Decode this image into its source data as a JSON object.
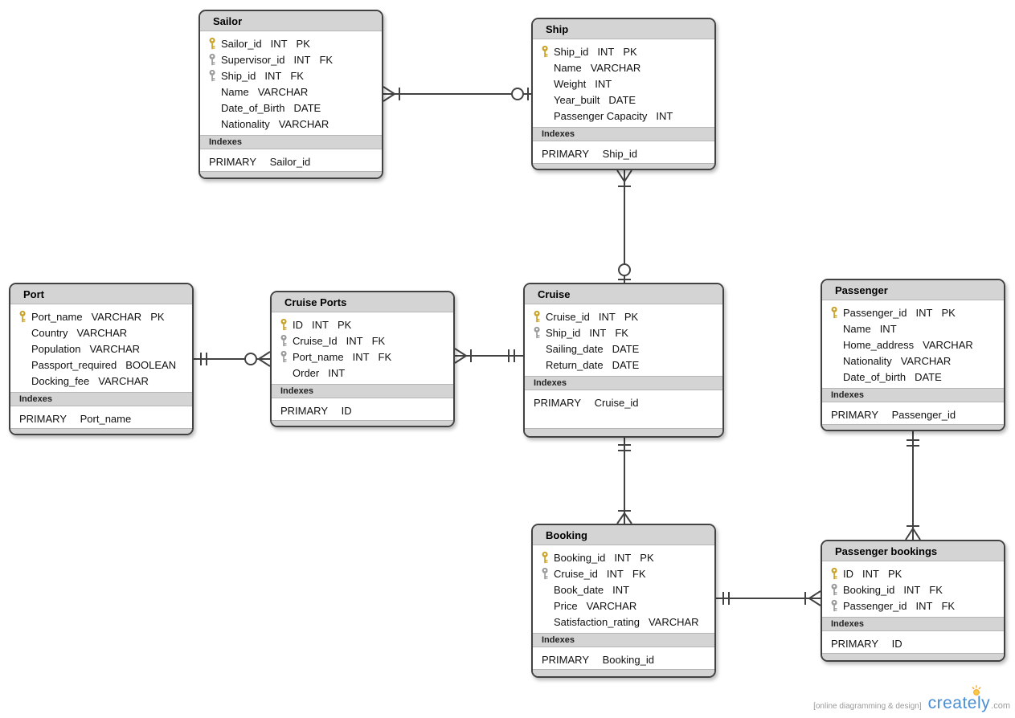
{
  "footer": {
    "tagline": "[online diagramming & design]",
    "brand": "creately",
    "domain": ".com"
  },
  "colors": {
    "table_border": "#424242",
    "table_header_bg": "#d4d4d4",
    "pk_key": "#c9a227",
    "fk_key": "#9a9a9a",
    "brand_blue": "#4a8fd6",
    "brand_bulb_orange": "#f5a623"
  },
  "tables": [
    {
      "title": "Sailor",
      "indexes_label": "Indexes",
      "index": {
        "kind": "PRIMARY",
        "column": "Sailor_id"
      },
      "columns": [
        {
          "key": "pk",
          "name": "Sailor_id",
          "type": "INT",
          "flag": "PK"
        },
        {
          "key": "fk",
          "name": "Supervisor_id",
          "type": "INT",
          "flag": "FK"
        },
        {
          "key": "fk",
          "name": "Ship_id",
          "type": "INT",
          "flag": "FK"
        },
        {
          "key": "",
          "name": "Name",
          "type": "VARCHAR",
          "flag": ""
        },
        {
          "key": "",
          "name": "Date_of_Birth",
          "type": "DATE",
          "flag": ""
        },
        {
          "key": "",
          "name": "Nationality",
          "type": "VARCHAR",
          "flag": ""
        }
      ]
    },
    {
      "title": "Ship",
      "indexes_label": "Indexes",
      "index": {
        "kind": "PRIMARY",
        "column": "Ship_id"
      },
      "columns": [
        {
          "key": "pk",
          "name": "Ship_id",
          "type": "INT",
          "flag": "PK"
        },
        {
          "key": "",
          "name": "Name",
          "type": "VARCHAR",
          "flag": ""
        },
        {
          "key": "",
          "name": "Weight",
          "type": "INT",
          "flag": ""
        },
        {
          "key": "",
          "name": "Year_built",
          "type": "DATE",
          "flag": ""
        },
        {
          "key": "",
          "name": "Passenger Capacity",
          "type": "INT",
          "flag": ""
        }
      ]
    },
    {
      "title": "Port",
      "indexes_label": "Indexes",
      "index": {
        "kind": "PRIMARY",
        "column": "Port_name"
      },
      "columns": [
        {
          "key": "pk",
          "name": "Port_name",
          "type": "VARCHAR",
          "flag": "PK"
        },
        {
          "key": "",
          "name": "Country",
          "type": "VARCHAR",
          "flag": ""
        },
        {
          "key": "",
          "name": "Population",
          "type": "VARCHAR",
          "flag": ""
        },
        {
          "key": "",
          "name": "Passport_required",
          "type": "BOOLEAN",
          "flag": ""
        },
        {
          "key": "",
          "name": "Docking_fee",
          "type": "VARCHAR",
          "flag": ""
        }
      ]
    },
    {
      "title": "Cruise Ports",
      "indexes_label": "Indexes",
      "index": {
        "kind": "PRIMARY",
        "column": "ID"
      },
      "columns": [
        {
          "key": "pk",
          "name": "ID",
          "type": "INT",
          "flag": "PK"
        },
        {
          "key": "fk",
          "name": "Cruise_Id",
          "type": "INT",
          "flag": "FK"
        },
        {
          "key": "fk",
          "name": "Port_name",
          "type": "INT",
          "flag": "FK"
        },
        {
          "key": "",
          "name": "Order",
          "type": "INT",
          "flag": ""
        }
      ]
    },
    {
      "title": "Cruise",
      "indexes_label": "Indexes",
      "index": {
        "kind": "PRIMARY",
        "column": "Cruise_id"
      },
      "columns": [
        {
          "key": "pk",
          "name": "Cruise_id",
          "type": "INT",
          "flag": "PK"
        },
        {
          "key": "fk",
          "name": "Ship_id",
          "type": "INT",
          "flag": "FK"
        },
        {
          "key": "",
          "name": "Sailing_date",
          "type": "DATE",
          "flag": ""
        },
        {
          "key": "",
          "name": "Return_date",
          "type": "DATE",
          "flag": ""
        }
      ]
    },
    {
      "title": "Passenger",
      "indexes_label": "Indexes",
      "index": {
        "kind": "PRIMARY",
        "column": "Passenger_id"
      },
      "columns": [
        {
          "key": "pk",
          "name": "Passenger_id",
          "type": "INT",
          "flag": "PK"
        },
        {
          "key": "",
          "name": "Name",
          "type": "INT",
          "flag": ""
        },
        {
          "key": "",
          "name": "Home_address",
          "type": "VARCHAR",
          "flag": ""
        },
        {
          "key": "",
          "name": "Nationality",
          "type": "VARCHAR",
          "flag": ""
        },
        {
          "key": "",
          "name": "Date_of_birth",
          "type": "DATE",
          "flag": ""
        }
      ]
    },
    {
      "title": "Booking",
      "indexes_label": "Indexes",
      "index": {
        "kind": "PRIMARY",
        "column": "Booking_id"
      },
      "columns": [
        {
          "key": "pk",
          "name": "Booking_id",
          "type": "INT",
          "flag": "PK"
        },
        {
          "key": "fk",
          "name": "Cruise_id",
          "type": "INT",
          "flag": "FK"
        },
        {
          "key": "",
          "name": "Book_date",
          "type": "INT",
          "flag": ""
        },
        {
          "key": "",
          "name": "Price",
          "type": "VARCHAR",
          "flag": ""
        },
        {
          "key": "",
          "name": "Satisfaction_rating",
          "type": "VARCHAR",
          "flag": ""
        }
      ]
    },
    {
      "title": "Passenger bookings",
      "indexes_label": "Indexes",
      "index": {
        "kind": "PRIMARY",
        "column": "ID"
      },
      "columns": [
        {
          "key": "pk",
          "name": "ID",
          "type": "INT",
          "flag": "PK"
        },
        {
          "key": "fk",
          "name": "Booking_id",
          "type": "INT",
          "flag": "FK"
        },
        {
          "key": "fk",
          "name": "Passenger_id",
          "type": "INT",
          "flag": "FK"
        }
      ]
    }
  ],
  "relationships": [
    {
      "from": "Sailor",
      "from_end": "one-or-many",
      "to": "Ship",
      "to_end": "zero-or-one"
    },
    {
      "from": "Ship",
      "from_end": "one-or-many",
      "to": "Cruise",
      "to_end": "zero-or-one"
    },
    {
      "from": "Port",
      "from_end": "exactly-one",
      "to": "Cruise Ports",
      "to_end": "zero-or-many"
    },
    {
      "from": "Cruise Ports",
      "from_end": "one-or-many",
      "to": "Cruise",
      "to_end": "exactly-one"
    },
    {
      "from": "Cruise",
      "from_end": "exactly-one",
      "to": "Booking",
      "to_end": "one-or-many"
    },
    {
      "from": "Passenger",
      "from_end": "exactly-one",
      "to": "Passenger bookings",
      "to_end": "one-or-many"
    },
    {
      "from": "Booking",
      "from_end": "exactly-one",
      "to": "Passenger bookings",
      "to_end": "one-or-many"
    }
  ]
}
